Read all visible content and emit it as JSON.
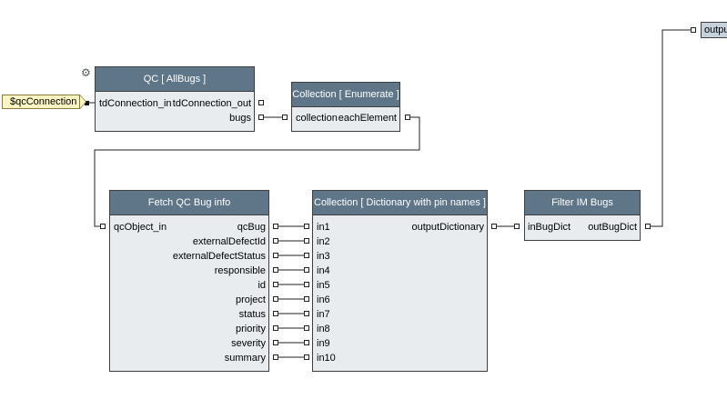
{
  "variable": {
    "label": "$qcConnection"
  },
  "output_tag": {
    "label": "outpu"
  },
  "gear_icon": "⚙",
  "nodes": {
    "qc": {
      "title": "QC [ AllBugs ]",
      "in": "tdConnection_in",
      "out": "tdConnection_out",
      "bugs": "bugs"
    },
    "enum": {
      "title": "Collection [ Enumerate ]",
      "in": "collection",
      "out": "eachElement"
    },
    "fetch": {
      "title": "Fetch QC Bug info",
      "in": "qcObject_in",
      "outputs": [
        "qcBug",
        "externalDefectId",
        "externalDefectStatus",
        "responsible",
        "id",
        "project",
        "status",
        "priority",
        "severity",
        "summary"
      ]
    },
    "dict": {
      "title": "Collection [ Dictionary with pin names ]",
      "inputs": [
        "in1",
        "in2",
        "in3",
        "in4",
        "in5",
        "in6",
        "in7",
        "in8",
        "in9",
        "in10"
      ],
      "out": "outputDictionary"
    },
    "filter": {
      "title": "Filter IM Bugs",
      "in": "inBugDict",
      "out": "outBugDict"
    }
  },
  "colors": {
    "header": "#5f7689",
    "body": "#e8ecef",
    "variable_fill": "#fdf4c3",
    "output_fill": "#c5d1dc"
  }
}
